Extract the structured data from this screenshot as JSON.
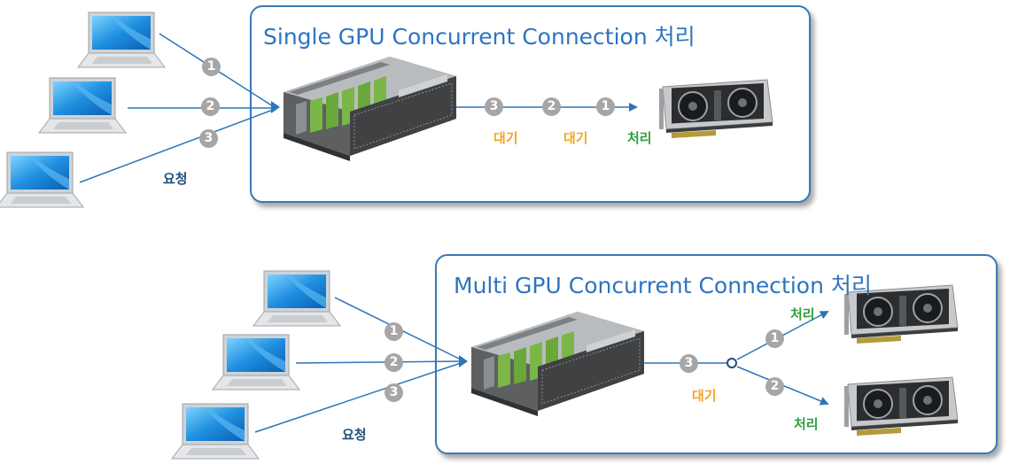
{
  "top_panel": {
    "title": "Single GPU Concurrent Connection 처리",
    "request_label": "요청",
    "client_badges": [
      "1",
      "2",
      "3"
    ],
    "queue_badges": [
      "3",
      "2",
      "1"
    ],
    "queue_labels": [
      "대기",
      "대기",
      "처리"
    ]
  },
  "bottom_panel": {
    "title": "Multi GPU Concurrent Connection 처리",
    "request_label": "요청",
    "client_badges": [
      "1",
      "2",
      "3"
    ],
    "queue_badge": "3",
    "queue_label": "대기",
    "branch_badges": [
      "1",
      "2"
    ],
    "branch_labels": [
      "처리",
      "처리"
    ]
  },
  "colors": {
    "panel_border": "#3c78b4",
    "title": "#2e74c0",
    "arrow": "#2e75b6",
    "badge": "#a6a6a6",
    "wait": "#f5a623",
    "process": "#2e9e3c",
    "request": "#1f4e79"
  },
  "icons": [
    "laptop-icon",
    "server-icon",
    "gpu-card-icon"
  ]
}
